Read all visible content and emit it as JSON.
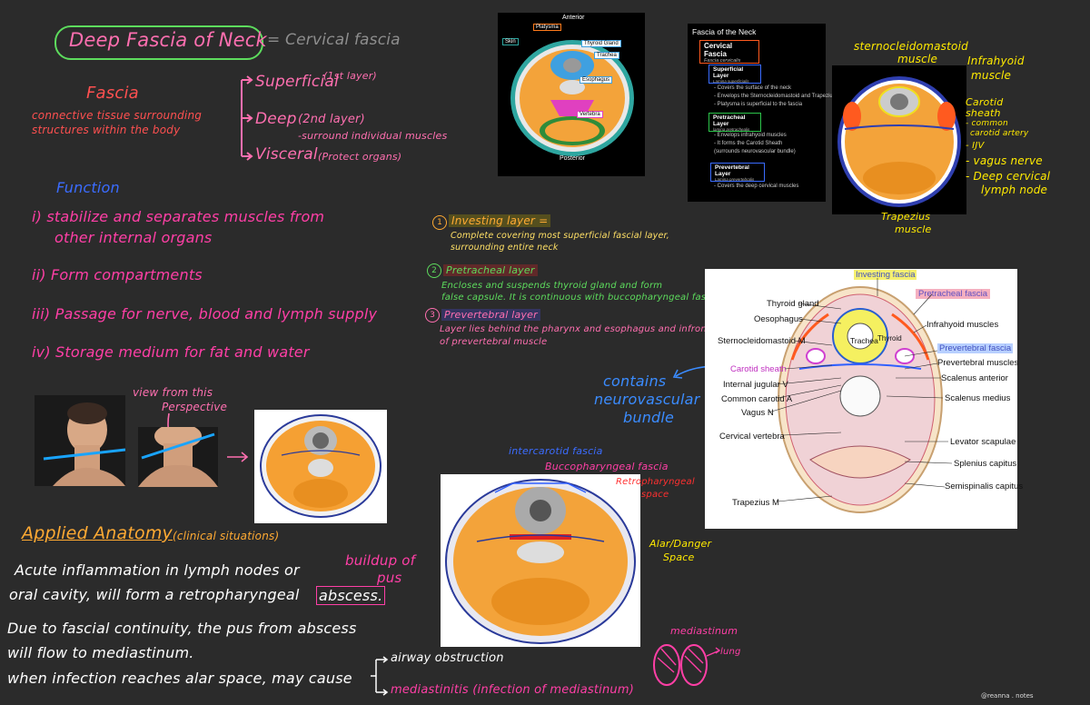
{
  "title": {
    "main": "Deep Fascia of Neck",
    "equals": "= Cervical fascia"
  },
  "fascia_def": {
    "word": "Fascia",
    "definition_1": "connective tissue surrounding",
    "definition_2": "structures within the body"
  },
  "types": {
    "superficial": "Superficial",
    "superficial_note": "(1st layer)",
    "deep": "Deep",
    "deep_note_1": "(2nd layer)",
    "deep_note_2": "-surround individual muscles",
    "visceral": "Visceral",
    "visceral_note": "(Protect organs)"
  },
  "function": {
    "heading": "Function",
    "i_1": "i) stabilize and separates muscles from",
    "i_2": "other internal organs",
    "ii": "ii) Form compartments",
    "iii": "iii) Passage for nerve, blood and lymph supply",
    "iv": "iv) Storage medium for fat and water"
  },
  "view": {
    "note_1": "view from this",
    "note_2": "Perspective"
  },
  "layers_notes": {
    "l1_num": "1",
    "l1_title": "Investing layer =",
    "l1_desc_1": "Complete covering most superficial fascial layer,",
    "l1_desc_2": "surrounding entire neck",
    "l2_num": "2",
    "l2_title": "Pretracheal layer",
    "l2_desc_1": "Encloses and suspends thyroid gland and form",
    "l2_desc_2": "false capsule. It is continuous with buccopharyngeal fascia",
    "l3_num": "3",
    "l3_title": "Prevertebral layer",
    "l3_desc_1": "Layer lies behind the pharynx and esophagus and infront",
    "l3_desc_2": "of prevertebral muscle"
  },
  "contains": {
    "line1": "contains",
    "line2": "neurovascular",
    "line3": "bundle"
  },
  "top_diagram": {
    "anterior": "Anterior",
    "posterior": "Posterior",
    "platysma": "Platysma",
    "skin": "Skin",
    "thyroid": "Thyroid Gland",
    "trachea": "Trachea",
    "esophagus": "Esophagus",
    "vertebra": "Vertebra"
  },
  "fascia_panel": {
    "title": "Fascia of the Neck",
    "cervical": "Cervical Fascia",
    "cervical_latin": "Fascia cervicalis",
    "superficial": "Superficial Layer",
    "superficial_latin": "Lamina superficialis",
    "sup_b1": "- Covers the surface of the neck",
    "sup_b2": "- Envelops the Sternocleidomastoid and Trapezius",
    "sup_b3": "- Platysma is superficial to the fascia",
    "pretracheal": "Pretracheal Layer",
    "pretracheal_latin": "lamina pretrachealis",
    "pre_b1": "- Envelops infrahyoid muscles",
    "pre_b2": "- It forms the Carotid Sheath",
    "pre_b3": "(surrounds neurovascular bundle)",
    "prevertebral": "Prevertebral Layer",
    "prevertebral_latin": "Lamina prevertebralis",
    "prev_b1": "- Covers the deep cervical muscles"
  },
  "right_top_annotations": {
    "scm_1": "sternocleidomastoid",
    "scm_2": "muscle",
    "infra_1": "Infrahyoid",
    "infra_2": "muscle",
    "carotid_1": "Carotid",
    "carotid_2": "sheath",
    "cca_1": "- common",
    "cca_2": "carotid artery",
    "ijv": "- IJV",
    "vagus": "- vagus nerve",
    "lymph_1": "- Deep cervical",
    "lymph_2": "lymph node",
    "trap_1": "Trapezius",
    "trap_2": "muscle"
  },
  "labeled_diagram": {
    "investing": "Investing fascia",
    "pretracheal": "Pretracheal fascia",
    "thyroid": "Thyroid gland",
    "oesophagus": "Oesophagus",
    "scm": "Sternocleidomastoid M",
    "trachea": "Trachea",
    "thyroid_small": "Thyroid",
    "infrahyoid": "Infrahyoid muscles",
    "carotid_sheath": "Carotid sheath",
    "prevertebral_fascia": "Prevertebral fascia",
    "prevertebral_muscles": "Prevertebral muscles",
    "ijv": "Internal jugular V",
    "cca": "Common carotid A",
    "vagus": "Vagus N",
    "scalenus_ant": "Scalenus anterior",
    "scalenus_med": "Scalenus medius",
    "cervical_vertebra": "Cervical vertebra",
    "levator": "Levator scapulae",
    "splenius": "Splenius capitus",
    "semispinalis": "Semispinalis capitus",
    "trapezius": "Trapezius M"
  },
  "bottom_diagram": {
    "intercarotid": "intercarotid fascia",
    "buccopharyngeal": "Buccopharyngeal fascia",
    "retro_1": "Retropharyngeal",
    "retro_2": "space",
    "alar_1": "Alar/Danger",
    "alar_2": "Space"
  },
  "applied": {
    "heading": "Applied Anatomy",
    "sub": "(clinical situations)",
    "l1": "Acute inflammation in lymph nodes or",
    "l2a": "oral cavity, will form a retropharyngeal",
    "l2b": "abscess.",
    "buildup_1": "buildup of",
    "buildup_2": "pus",
    "l3": "Due to fascial continuity, the pus from abscess",
    "l4": "will flow to mediastinum.",
    "l5": "when infection reaches alar space, may cause",
    "airway": "airway obstruction",
    "mediastinitis": "mediastinitis (infection of mediastinum)",
    "mediastinum": "mediastinum",
    "lung": "lung"
  },
  "footer": {
    "credit": "@reanna . notes"
  }
}
